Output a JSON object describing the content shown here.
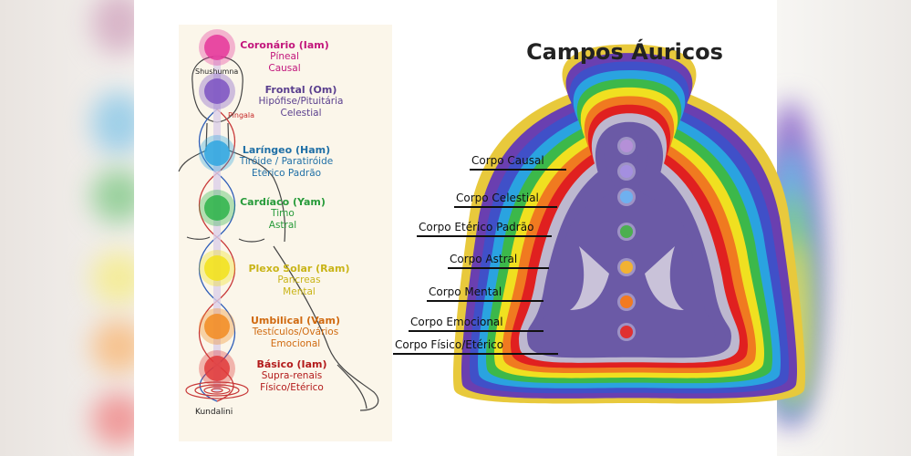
{
  "chakra_figure": {
    "labels": {
      "shushumna": "Shushumna",
      "pingala": "Pingala",
      "kundalini": "Kundalini"
    },
    "chakras": [
      {
        "title": "Coronário (Iam)",
        "lines": [
          "Píneal",
          "Causal"
        ],
        "color": "#c2167c",
        "circle": "#e5369a"
      },
      {
        "title": "Frontal (Om)",
        "lines": [
          "Hipófise/Pituitária",
          "Celestial"
        ],
        "color": "#5a3f8e",
        "circle": "#7c54c2"
      },
      {
        "title": "Laríngeo (Ham)",
        "lines": [
          "Tiróide / Paratiróide",
          "Etérico Padrão"
        ],
        "color": "#1f6fa6",
        "circle": "#2fa6e0"
      },
      {
        "title": "Cardíaco (Yam)",
        "lines": [
          "Timo",
          "Astral"
        ],
        "color": "#279b3a",
        "circle": "#2eb44a"
      },
      {
        "title": "Plexo Solar (Ram)",
        "lines": [
          "Pancreas",
          "Mental"
        ],
        "color": "#c9b417",
        "circle": "#f2e21a"
      },
      {
        "title": "Umbilical (Vam)",
        "lines": [
          "Testículos/Ovários",
          "Emocional"
        ],
        "color": "#d06a10",
        "circle": "#f28c22"
      },
      {
        "title": "Básico (Iam)",
        "lines": [
          "Supra-renais",
          "Físico/Etérico"
        ],
        "color": "#b31b1b",
        "circle": "#e03a3a"
      }
    ]
  },
  "aura_figure": {
    "title": "Campos Áuricos",
    "bands": [
      {
        "color": "#e8c93c"
      },
      {
        "color": "#6a3fb0"
      },
      {
        "color": "#4050c8"
      },
      {
        "color": "#2aa3e0"
      },
      {
        "color": "#3cb84a"
      },
      {
        "color": "#f0e020"
      },
      {
        "color": "#f07a20"
      },
      {
        "color": "#e02020"
      },
      {
        "color": "#bdb8cf"
      },
      {
        "color": "#6b5aa6"
      }
    ],
    "layers": [
      "Corpo Causal",
      "Corpo Celestial",
      "Corpo Etérico Padrão",
      "Corpo Astral",
      "Corpo Mental",
      "Corpo Emocional",
      "Corpo Físico/Etérico"
    ],
    "body_chakra_colors": [
      "#b590d8",
      "#a48fe0",
      "#6fb0ef",
      "#4caf50",
      "#f2b233",
      "#f27a20",
      "#e03030"
    ]
  }
}
